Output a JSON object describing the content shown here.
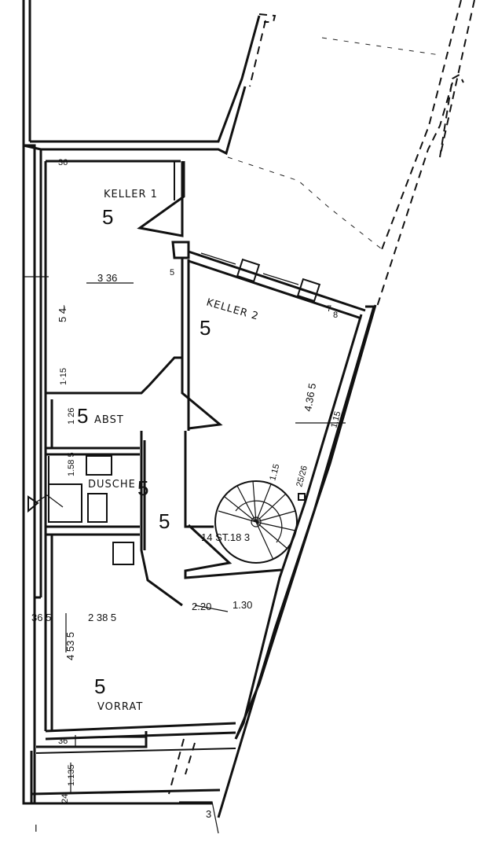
{
  "rooms": {
    "keller1": {
      "name": "KELLER 1",
      "level": "5",
      "width": "3 36",
      "depth": "5 4̶̵"
    },
    "keller2": {
      "name": "KELLER 2",
      "level": "5",
      "length": "4.36 5"
    },
    "abst": {
      "level": "5",
      "name": "ABST"
    },
    "dusche": {
      "name": "DUSCHE",
      "level": "5"
    },
    "flur": {
      "level": "5"
    },
    "vorrat": {
      "name": "VORRAT",
      "level": "5",
      "width": "2 38 5",
      "depth": "4 53 5"
    }
  },
  "stair": {
    "label": "14 ST.18 3",
    "dim": "25/26"
  },
  "dims": {
    "d_36_top": "36",
    "d_5_k1": "5",
    "d_115": "1·15",
    "d_126": "1 26",
    "d_158": "1.58 5",
    "d_36_left": "36 5",
    "d_220": "2.20",
    "d_130": "1.30",
    "d_36_bottom": "36",
    "d_1135": "1.135",
    "d_24": "24",
    "d_115b": "1.15",
    "d_7": "7",
    "d_8": "8",
    "sheet_mark": "I",
    "d_3": "3",
    "d_115c": "1.15",
    "d_5_stair": "1.15"
  }
}
